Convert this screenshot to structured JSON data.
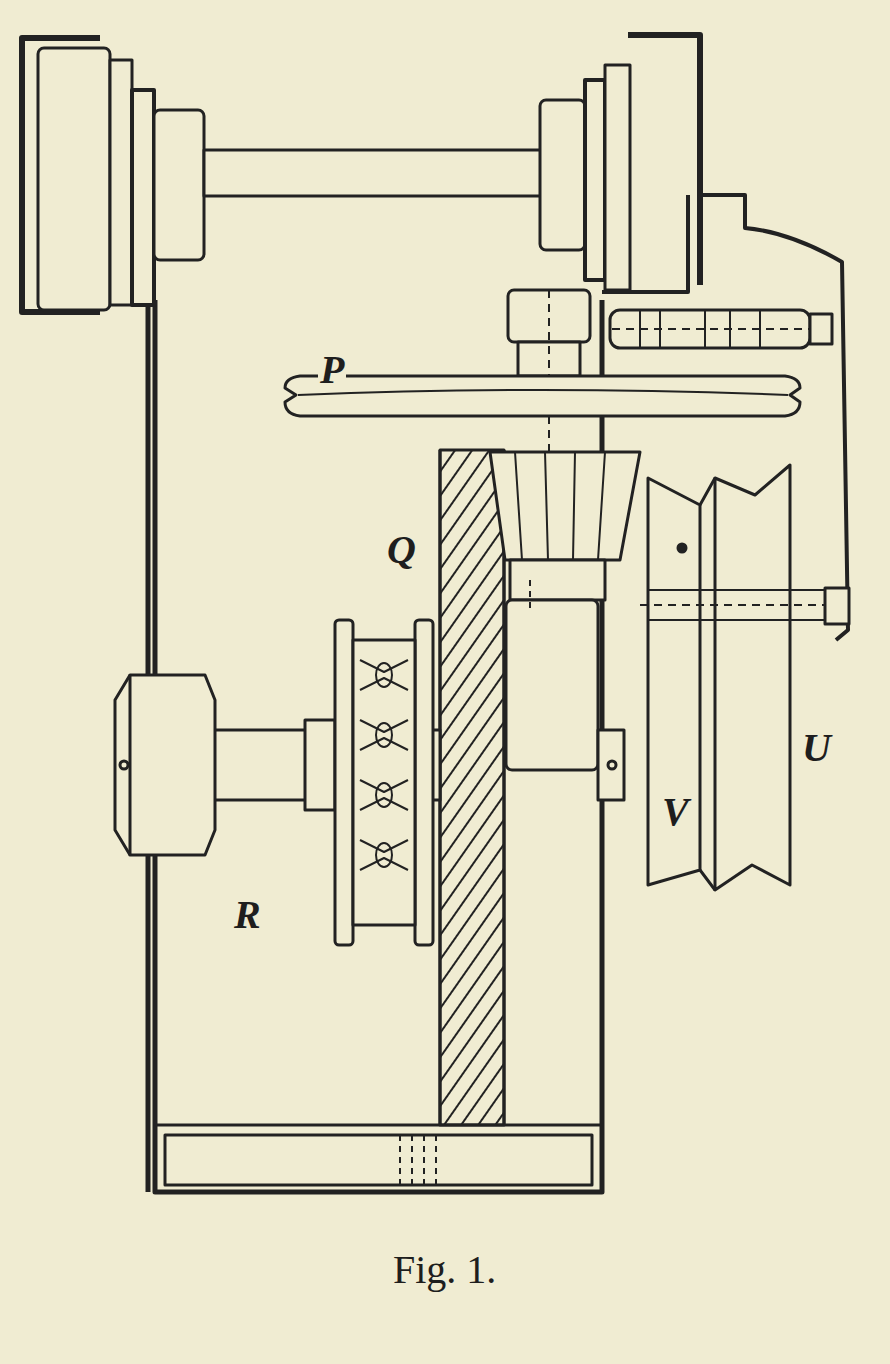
{
  "diagram": {
    "caption": "Fig. 1.",
    "labels": [
      "P",
      "Q",
      "R",
      "V",
      "U"
    ]
  }
}
